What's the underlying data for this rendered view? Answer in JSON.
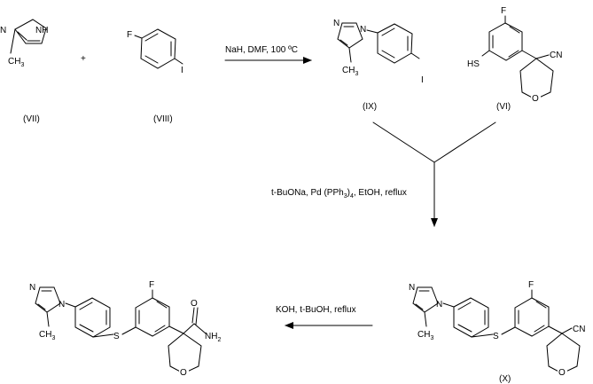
{
  "compounds": {
    "vii": {
      "label": "(VII)"
    },
    "viii": {
      "label": "(VIII)"
    },
    "ix": {
      "label": "(IX)"
    },
    "vi": {
      "label": "(VI)"
    },
    "x": {
      "label": "(X)"
    }
  },
  "plus_sign": "+",
  "steps": {
    "step1": {
      "conditions": "NaH, DMF, 100 ºC"
    },
    "step2": {
      "conditions_main": "t-BuONa, Pd (PPh",
      "conditions_sub": "3",
      "conditions_tail": ")",
      "conditions_sub2": "4",
      "conditions_end": ", EtOH, reflux"
    },
    "step3": {
      "conditions": "KOH, t-BuOH, reflux"
    }
  },
  "atoms": {
    "nh": "NH",
    "n": "N",
    "ch3_c": "CH",
    "ch3_sub": "3",
    "f": "F",
    "i": "I",
    "s": "S",
    "hs": "HS",
    "o": "O",
    "cn": "CN",
    "amide_o": "O",
    "amide_nh": "NH",
    "amide_sub": "2"
  },
  "colors": {
    "ink": "#000000",
    "background": "#ffffff"
  }
}
